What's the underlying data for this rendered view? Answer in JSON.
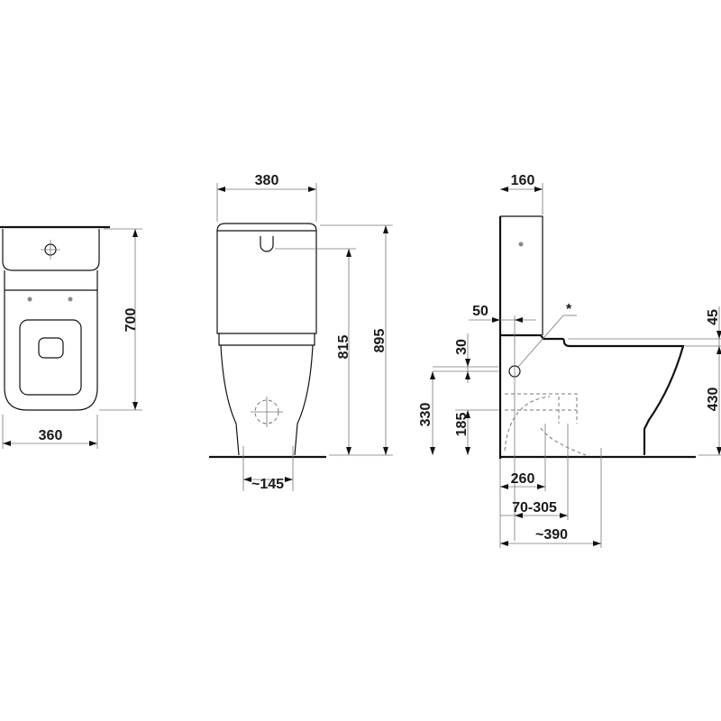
{
  "top_view": {
    "width": "360",
    "depth": "700"
  },
  "front_view": {
    "tank_width": "380",
    "outlet_height": "815",
    "total_height": "895",
    "foot_width": "~145"
  },
  "side_view": {
    "tank_depth": "160",
    "inlet_offset": "50",
    "note_marker": "*",
    "seat_step": "45",
    "seat_height": "430",
    "inlet_spacing": "30",
    "inlet_height": "330",
    "drain_height": "185",
    "drain_distance": "260",
    "drain_range": "70-305",
    "total_depth": "~390"
  }
}
